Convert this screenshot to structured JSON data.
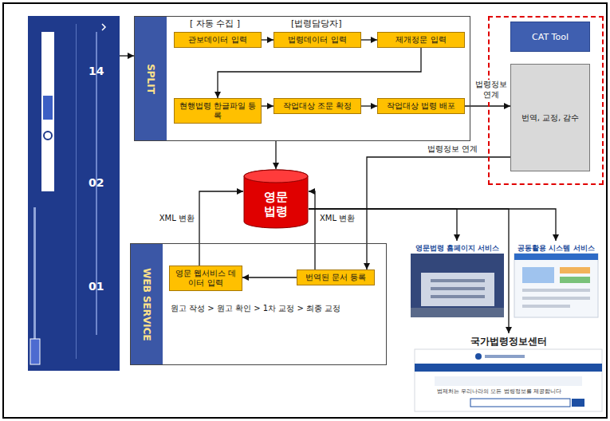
{
  "diagram": {
    "nodes": [
      {
        "text": [
          "14",
          "02",
          "01"
        ]
      },
      {
        "text": [
          "SPLIT"
        ]
      },
      {
        "text": [
          "관보데이터 입력"
        ],
        "in": 1
      },
      {
        "text": [
          "법령데이터 입력"
        ],
        "in": 1
      },
      {
        "text": [
          "제개정문 입력"
        ],
        "in": 1
      },
      {
        "text": [
          "현행법령 한글파일 등록"
        ],
        "in": 1
      },
      {
        "text": [
          "작업대상 조문 확정"
        ],
        "in": 1
      },
      {
        "text": [
          "작업대상 법령 배포"
        ],
        "in": 1
      },
      {
        "text": [
          "CAT Tool"
        ]
      },
      {
        "text": [
          "번역, 교정, 감수"
        ],
        "in": 8
      },
      {
        "text": [
          "영문 법령"
        ]
      },
      {
        "text": [
          "WEB SERVICE",
          "원고 작성 > 원고 확인 > 1차 교정 > 최종 교정"
        ]
      },
      {
        "text": [
          "영문 웹서비스 데이터 입력"
        ],
        "in": 11
      },
      {
        "text": [
          "번역된 문서 등록"
        ],
        "in": 11
      },
      {
        "text": [
          "영문법령 홈페이지 서비스"
        ]
      },
      {
        "text": [
          "공동활용 시스템 서비스"
        ]
      },
      {
        "text": [
          "국가법령정보센터"
        ]
      }
    ],
    "edges": [
      {
        "from": 0,
        "to": 1,
        "arrow": "to"
      },
      {
        "from": 2,
        "to": 3,
        "arrow": "to"
      },
      {
        "from": 3,
        "to": 4,
        "arrow": "to"
      },
      {
        "from": 4,
        "to": 5,
        "arrow": "to"
      },
      {
        "from": 5,
        "to": 6,
        "arrow": "to"
      },
      {
        "from": 6,
        "to": 7,
        "arrow": "to"
      },
      {
        "from": 7,
        "to": 9,
        "label": "법령정보 연계",
        "arrow": "to"
      },
      {
        "from": 1,
        "to": 10,
        "arrow": "to"
      },
      {
        "from": 9,
        "to": 13,
        "label": "법령정보 연계",
        "arrow": "to"
      },
      {
        "from": 13,
        "to": 12,
        "arrow": "to"
      },
      {
        "from": 12,
        "to": 10,
        "label": "XML 변환",
        "arrow": "to"
      },
      {
        "from": 13,
        "to": 10,
        "label": "XML 변환",
        "arrow": "to"
      },
      {
        "from": 10,
        "to": 14,
        "arrow": "to"
      },
      {
        "from": 10,
        "to": 15,
        "arrow": "to"
      },
      {
        "from": 10,
        "to": 16,
        "arrow": "to"
      }
    ],
    "labels": [
      "[ 자동 수집 ]",
      "[법령담당자]",
      "법제처는 우리나라의 모든 법령정보를 제공합니다"
    ]
  }
}
